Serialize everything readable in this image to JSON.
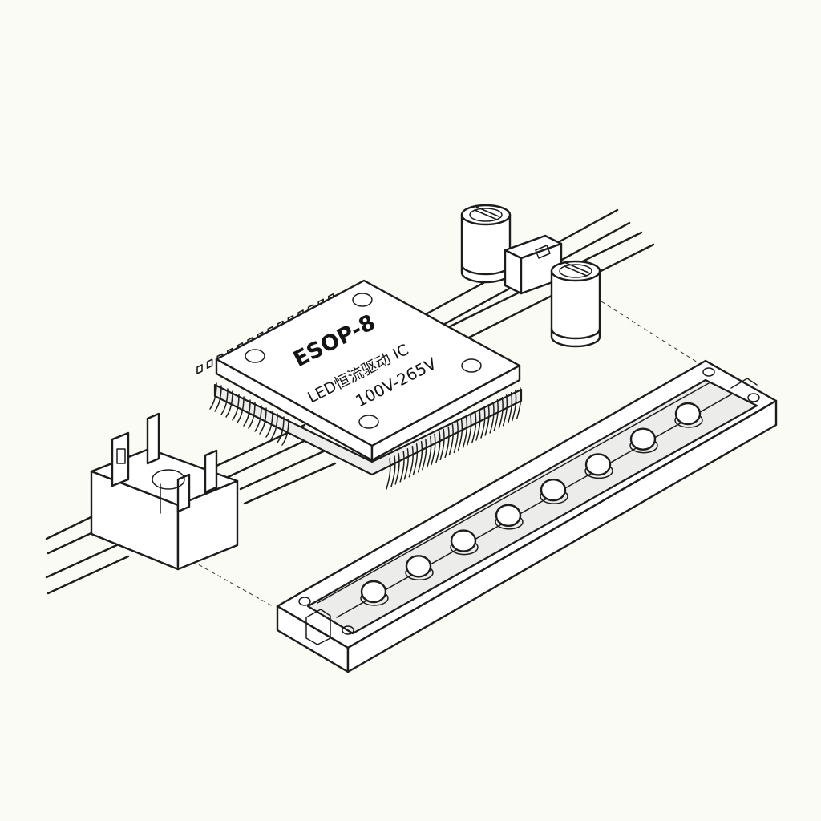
{
  "chip": {
    "package": "ESOP-8",
    "function": "LED恒流驱动 IC",
    "voltage": "100V-265V"
  },
  "led_bar": {
    "led_count": 8
  },
  "capacitor": {
    "count": 2
  }
}
